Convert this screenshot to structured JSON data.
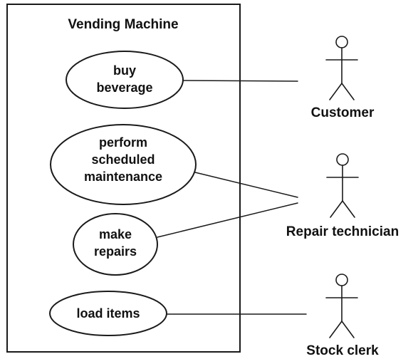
{
  "system": {
    "title": "Vending Machine"
  },
  "use_cases": {
    "buy_beverage": [
      "buy",
      "beverage"
    ],
    "perform_maintenance": [
      "perform",
      "scheduled",
      "maintenance"
    ],
    "make_repairs": [
      "make",
      "repairs"
    ],
    "load_items": [
      "load items"
    ]
  },
  "actors": {
    "customer": "Customer",
    "repair_technician": "Repair technician",
    "stock_clerk": "Stock clerk"
  }
}
